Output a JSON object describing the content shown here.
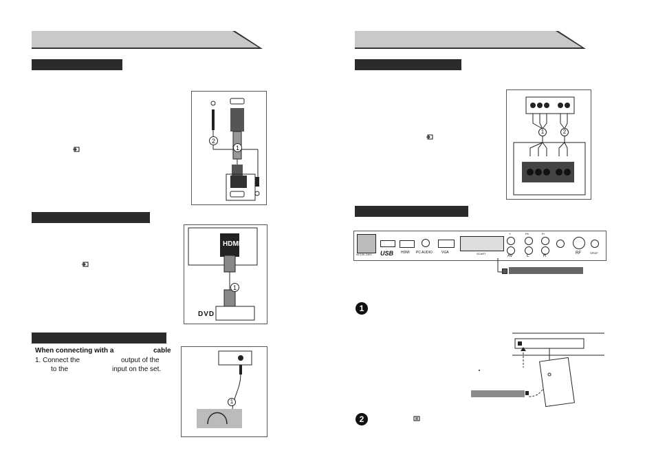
{
  "left_page": {
    "pc_diagram": {
      "label_1": "1",
      "label_2": "2"
    },
    "hdmi_diagram": {
      "hdmi_label": "HDMI",
      "dvd_label": "DVD",
      "label_1": "1"
    },
    "audio_section": {
      "heading": "When connecting with a",
      "heading_end": "cable",
      "step_prefix": "1. Connect the",
      "step_mid": "output of the",
      "step_line2_prefix": "to the",
      "step_line2_suffix": "input on the set.",
      "label_1": "1"
    }
  },
  "right_page": {
    "component_diagram": {
      "label_1": "1",
      "label_2": "2"
    },
    "back_panel": {
      "labels": [
        "AC100-240V",
        "USB",
        "HDMI",
        "PC AUDIO",
        "VGA",
        "SCART",
        "AV",
        "Y",
        "Pb",
        "Pr",
        "L",
        "R",
        "RF",
        "SPDIF"
      ]
    },
    "step1_marker": "1",
    "step2_marker": "2"
  },
  "colors": {
    "header": "#c8c8c8",
    "tab": "#2b2b2b",
    "label_box": "#8a8a8a"
  }
}
